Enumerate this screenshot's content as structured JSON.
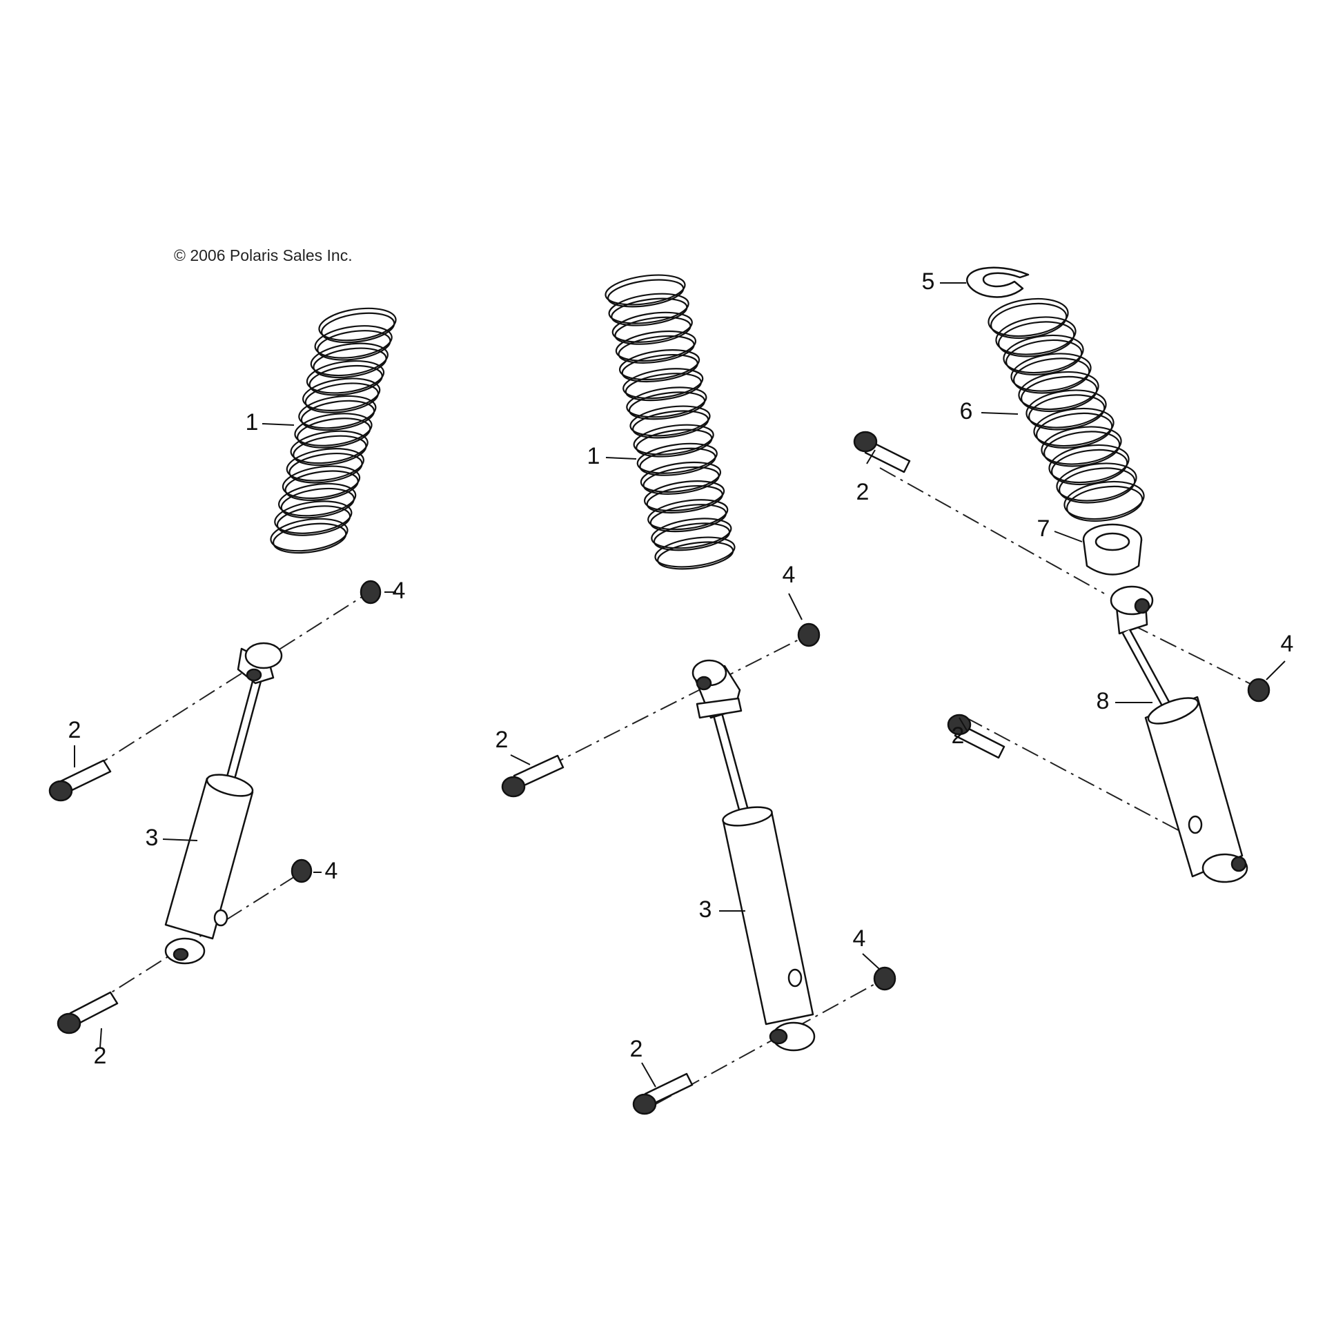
{
  "copyright": "© 2006 Polaris Sales Inc.",
  "callouts": [
    "1",
    "2",
    "3",
    "4",
    "5",
    "6",
    "7",
    "8"
  ],
  "parts": {
    "spring": "1",
    "bolt": "2",
    "shock": "3",
    "nut": "4",
    "retainer": "5",
    "spring_rear": "6",
    "adjuster": "7",
    "shock_rear": "8"
  }
}
